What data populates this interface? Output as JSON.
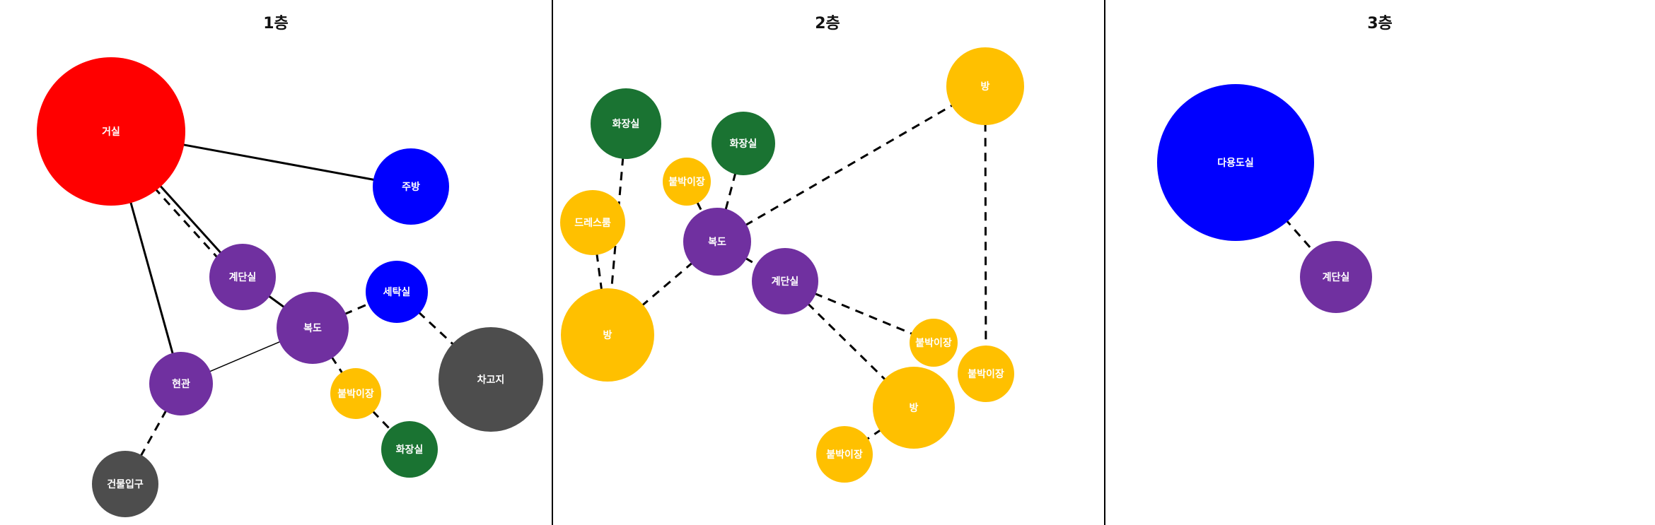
{
  "panels": [
    {
      "title": "1층",
      "nodes": [
        {
          "id": "f1-living",
          "label": "거실",
          "color": "#ff0000"
        },
        {
          "id": "f1-kitchen",
          "label": "주방",
          "color": "#0000ff"
        },
        {
          "id": "f1-stairs",
          "label": "계단실",
          "color": "#7030a0"
        },
        {
          "id": "f1-laundry",
          "label": "세탁실",
          "color": "#0000ff"
        },
        {
          "id": "f1-hall",
          "label": "복도",
          "color": "#7030a0"
        },
        {
          "id": "f1-entrance",
          "label": "현관",
          "color": "#7030a0"
        },
        {
          "id": "f1-garage",
          "label": "차고지",
          "color": "#4d4d4d"
        },
        {
          "id": "f1-closet",
          "label": "붙박이장",
          "color": "#ffc000"
        },
        {
          "id": "f1-bath",
          "label": "화장실",
          "color": "#1a7332"
        },
        {
          "id": "f1-building-entry",
          "label": "건물입구",
          "color": "#4d4d4d"
        }
      ],
      "edges": [
        {
          "from": "f1-living",
          "to": "f1-kitchen",
          "style": "solid"
        },
        {
          "from": "f1-living",
          "to": "f1-stairs",
          "style": "solid"
        },
        {
          "from": "f1-living",
          "to": "f1-stairs",
          "style": "dashed"
        },
        {
          "from": "f1-living",
          "to": "f1-entrance",
          "style": "solid"
        },
        {
          "from": "f1-stairs",
          "to": "f1-hall",
          "style": "solid"
        },
        {
          "from": "f1-hall",
          "to": "f1-entrance",
          "style": "thin"
        },
        {
          "from": "f1-hall",
          "to": "f1-laundry",
          "style": "dashed"
        },
        {
          "from": "f1-hall",
          "to": "f1-closet",
          "style": "dashed"
        },
        {
          "from": "f1-laundry",
          "to": "f1-garage",
          "style": "dashed"
        },
        {
          "from": "f1-closet",
          "to": "f1-bath",
          "style": "dashed"
        },
        {
          "from": "f1-entrance",
          "to": "f1-building-entry",
          "style": "dashed"
        }
      ]
    },
    {
      "title": "2층",
      "nodes": [
        {
          "id": "f2-bath-a",
          "label": "화장실",
          "color": "#1a7332"
        },
        {
          "id": "f2-bath-b",
          "label": "화장실",
          "color": "#1a7332"
        },
        {
          "id": "f2-room-top",
          "label": "방",
          "color": "#ffc000"
        },
        {
          "id": "f2-closet-a",
          "label": "붙박이장",
          "color": "#ffc000"
        },
        {
          "id": "f2-dress",
          "label": "드레스룸",
          "color": "#ffc000"
        },
        {
          "id": "f2-hall",
          "label": "복도",
          "color": "#7030a0"
        },
        {
          "id": "f2-stairs",
          "label": "계단실",
          "color": "#7030a0"
        },
        {
          "id": "f2-room-left",
          "label": "방",
          "color": "#ffc000"
        },
        {
          "id": "f2-closet-b",
          "label": "붙박이장",
          "color": "#ffc000"
        },
        {
          "id": "f2-closet-c",
          "label": "붙박이장",
          "color": "#ffc000"
        },
        {
          "id": "f2-room-bottom",
          "label": "방",
          "color": "#ffc000"
        },
        {
          "id": "f2-closet-d",
          "label": "붙박이장",
          "color": "#ffc000"
        }
      ],
      "edges": [
        {
          "from": "f2-bath-a",
          "to": "f2-room-left",
          "style": "dashed"
        },
        {
          "from": "f2-dress",
          "to": "f2-room-left",
          "style": "dashed"
        },
        {
          "from": "f2-room-left",
          "to": "f2-hall",
          "style": "dashed"
        },
        {
          "from": "f2-bath-b",
          "to": "f2-hall",
          "style": "dashed"
        },
        {
          "from": "f2-closet-a",
          "to": "f2-hall",
          "style": "dashed"
        },
        {
          "from": "f2-hall",
          "to": "f2-room-top",
          "style": "dashed"
        },
        {
          "from": "f2-hall",
          "to": "f2-stairs",
          "style": "dashed"
        },
        {
          "from": "f2-room-top",
          "to": "f2-closet-c",
          "style": "dashed"
        },
        {
          "from": "f2-stairs",
          "to": "f2-closet-b",
          "style": "dashed"
        },
        {
          "from": "f2-stairs",
          "to": "f2-room-bottom",
          "style": "dashed"
        },
        {
          "from": "f2-room-bottom",
          "to": "f2-closet-d",
          "style": "dashed"
        }
      ]
    },
    {
      "title": "3층",
      "nodes": [
        {
          "id": "f3-multi",
          "label": "다용도실",
          "color": "#0000ff"
        },
        {
          "id": "f3-stairs",
          "label": "계단실",
          "color": "#7030a0"
        }
      ],
      "edges": [
        {
          "from": "f3-multi",
          "to": "f3-stairs",
          "style": "dashed"
        }
      ]
    }
  ]
}
